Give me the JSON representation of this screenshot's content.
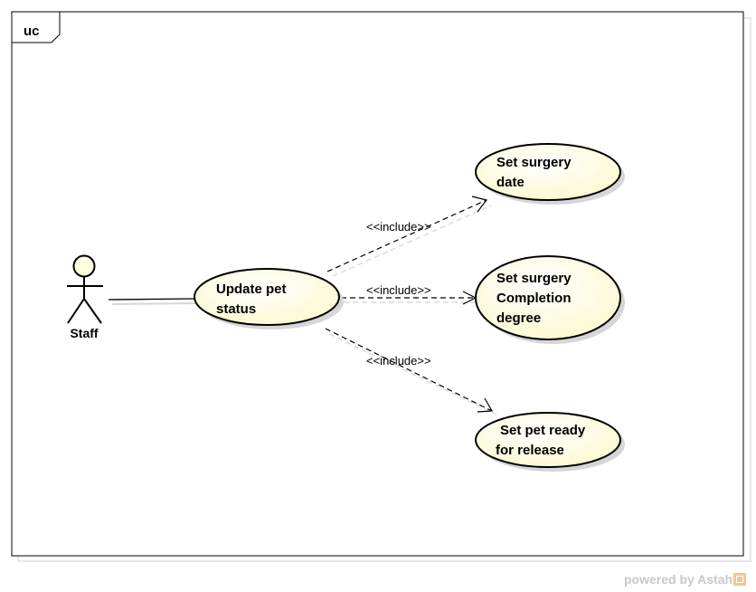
{
  "frame": {
    "label": "uc"
  },
  "actor": {
    "name": "Staff"
  },
  "use_cases": {
    "update": {
      "line1": "Update pet",
      "line2": "status"
    },
    "surgery_date": {
      "line1": "Set surgery",
      "line2": "date"
    },
    "completion": {
      "line1": "Set surgery",
      "line2": "Completion",
      "line3": "degree"
    },
    "release": {
      "line1": "Set pet ready",
      "line2": "for release"
    }
  },
  "relations": {
    "include_1": "<<include>>",
    "include_2": "<<include>>",
    "include_3": "<<include>>"
  },
  "footer": {
    "text": "powered by Astah"
  },
  "colors": {
    "usecase_fill": "#fefde0",
    "actor_head_fill": "#fefde0",
    "line": "#000000",
    "shadow": "#d6d6d6"
  }
}
